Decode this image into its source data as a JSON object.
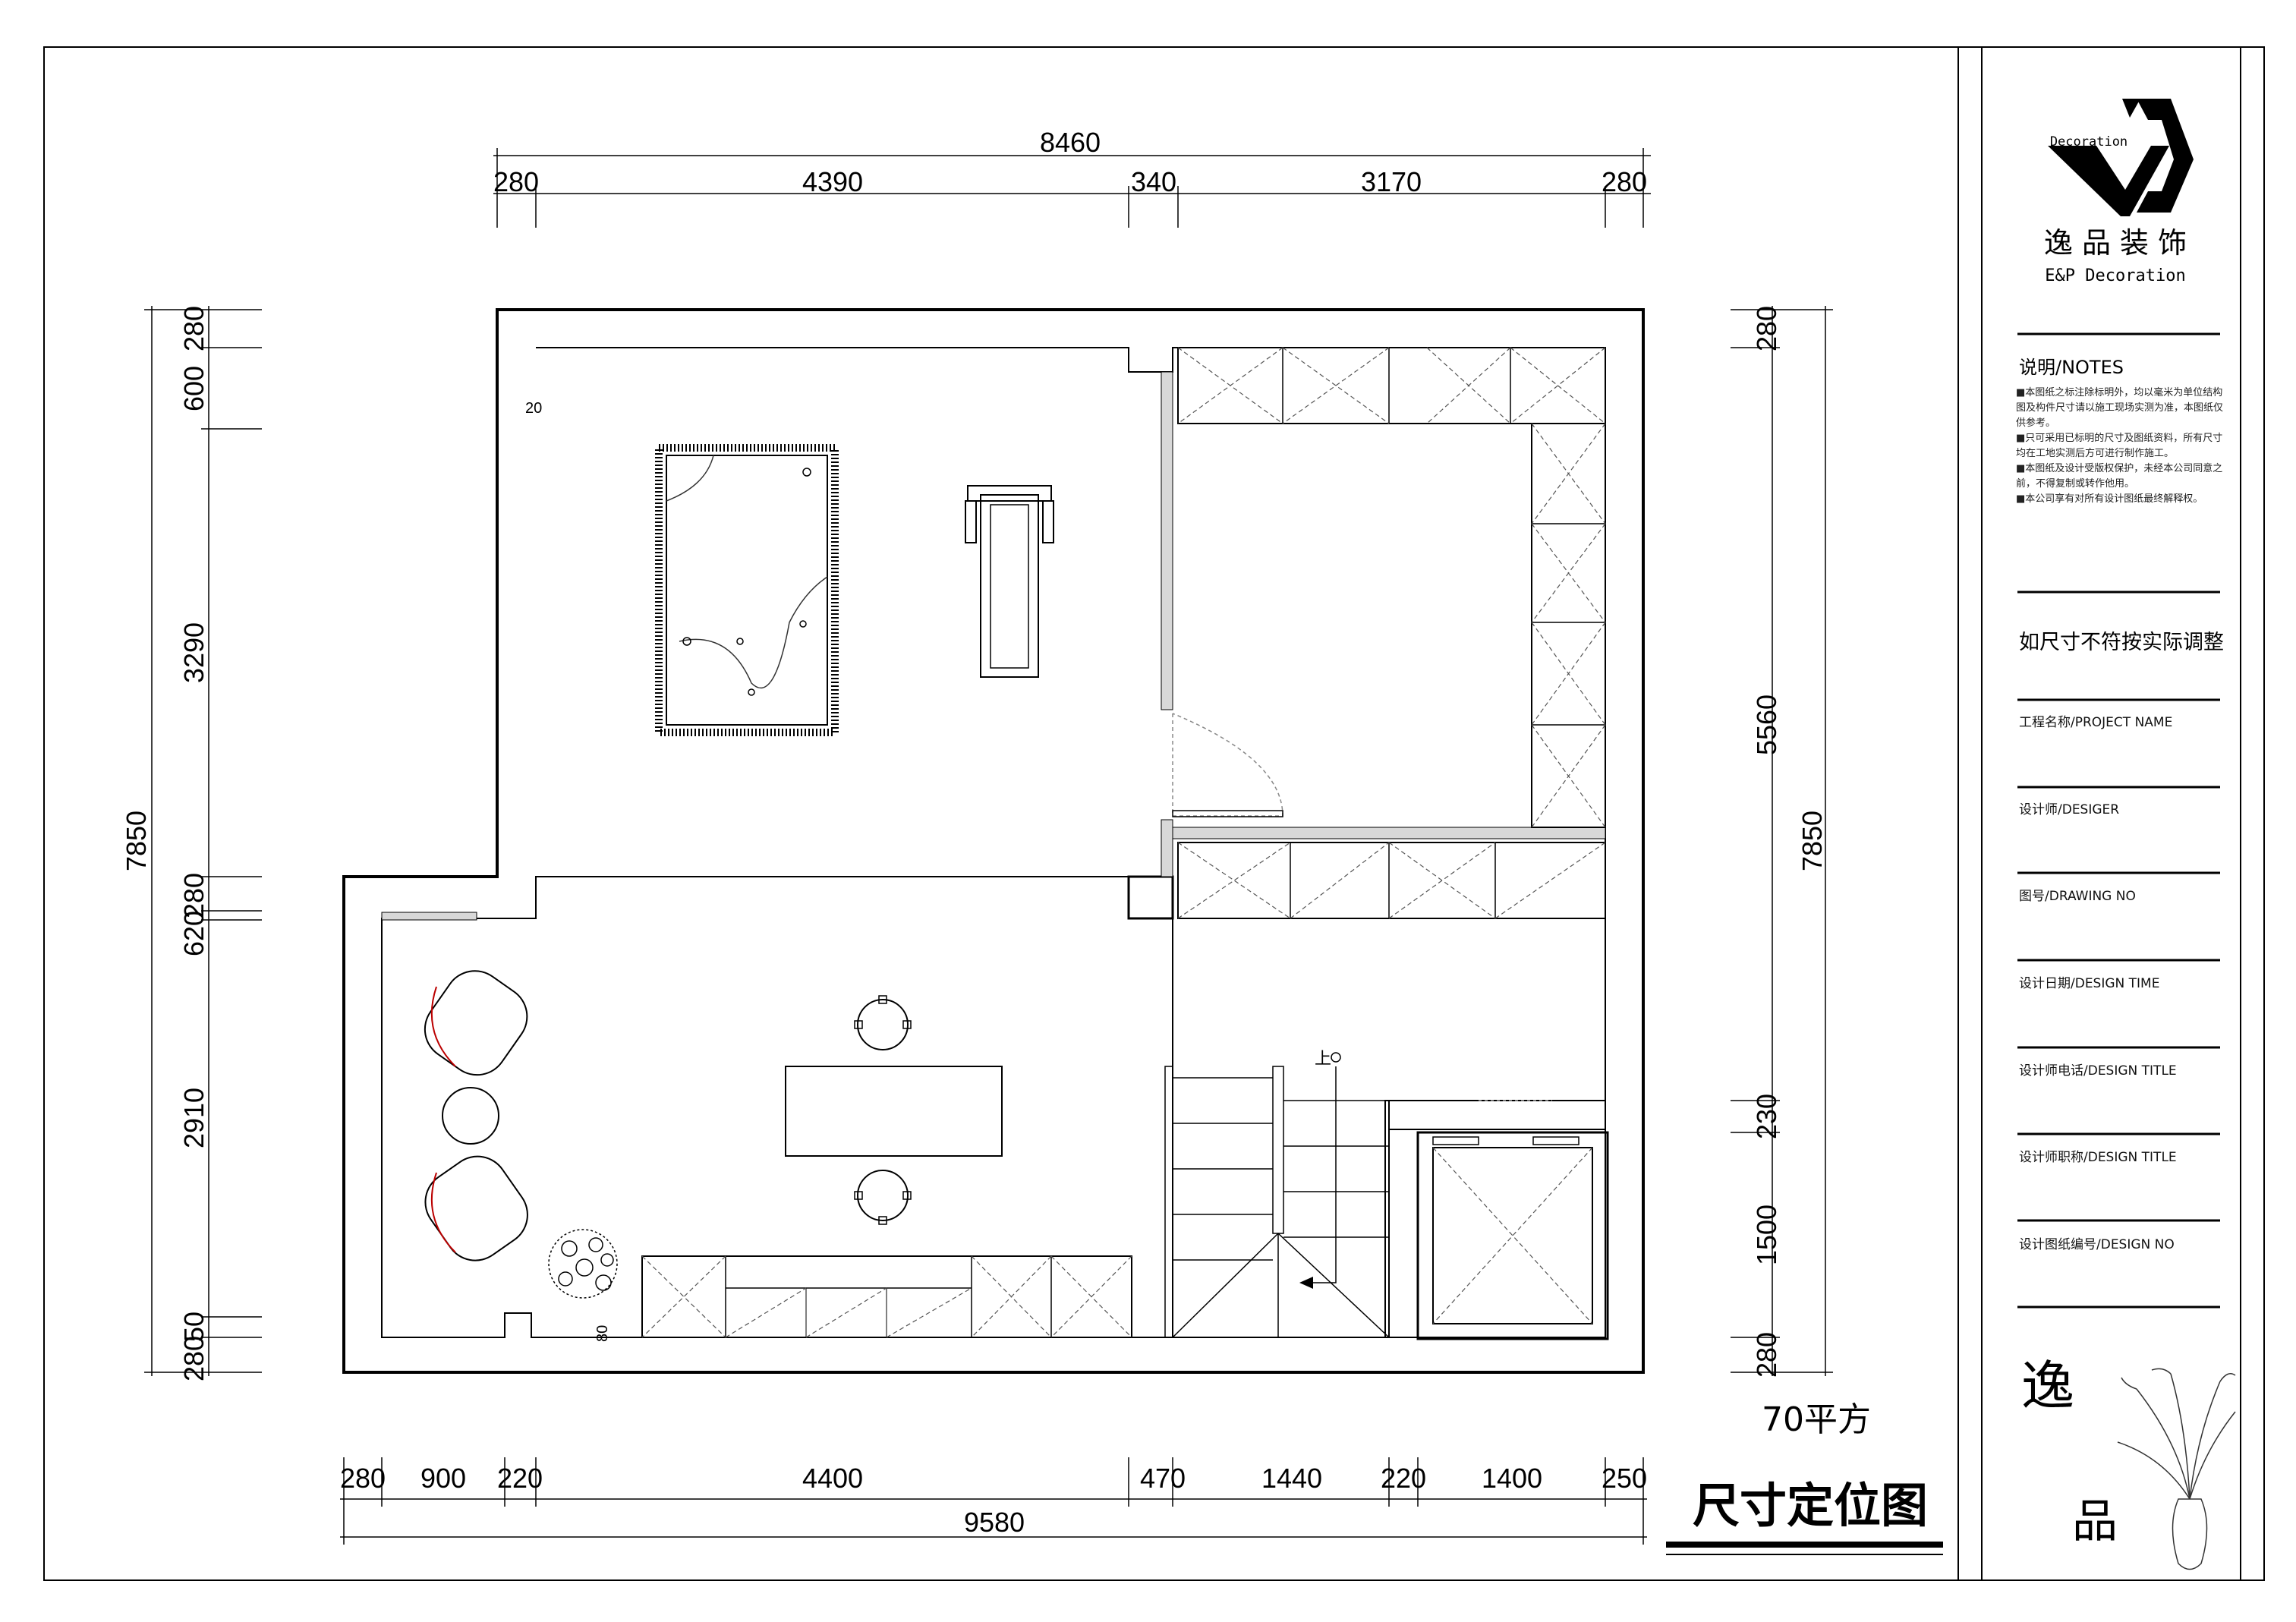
{
  "plan": {
    "dims_top": {
      "total": "8460",
      "segments": [
        "280",
        "4390",
        "340",
        "3170",
        "280"
      ]
    },
    "dims_bottom": {
      "total": "9580",
      "segments": [
        "280",
        "900",
        "220",
        "4400",
        "470",
        "1440",
        "220",
        "1400",
        "250"
      ]
    },
    "dims_left": {
      "total": "7850",
      "segments": [
        "280",
        "600",
        "3290",
        "280",
        "620",
        "2910",
        "50",
        "280"
      ]
    },
    "dims_right": {
      "total": "7850",
      "segments": [
        "280",
        "5560",
        "230",
        "1500",
        "280"
      ]
    },
    "labels": {
      "corner": "20",
      "stair_up": "上",
      "wall_80": "80"
    },
    "area": "70平方",
    "drawing_title": "尺寸定位图"
  },
  "title_block": {
    "logo_small": "Decoration",
    "company_cn": "逸 品 装 饰",
    "company_en": "E&P  Decoration",
    "notes_heading": "说明/NOTES",
    "notes": [
      "■本图纸之标注除标明外，均以毫米为单位结构图及构件尺寸请以施工现场实测为准，本图纸仅供参考。",
      "■只可采用已标明的尺寸及图纸资料，所有尺寸均在工地实测后方可进行制作施工。",
      "■本图纸及设计受版权保护，未经本公司同意之前，不得复制或转作他用。",
      "■本公司享有对所有设计图纸最终解释权。"
    ],
    "adjust_note": "如尺寸不符按实际调整",
    "fields": [
      "工程名称/PROJECT NAME",
      "设计师/DESIGER",
      "图号/DRAWING NO",
      "设计日期/DESIGN TIME",
      "设计师电话/DESIGN TITLE",
      "设计师职称/DESIGN TITLE",
      "设计图纸编号/DESIGN NO"
    ],
    "brand_char_1": "逸",
    "brand_char_2": "品"
  }
}
